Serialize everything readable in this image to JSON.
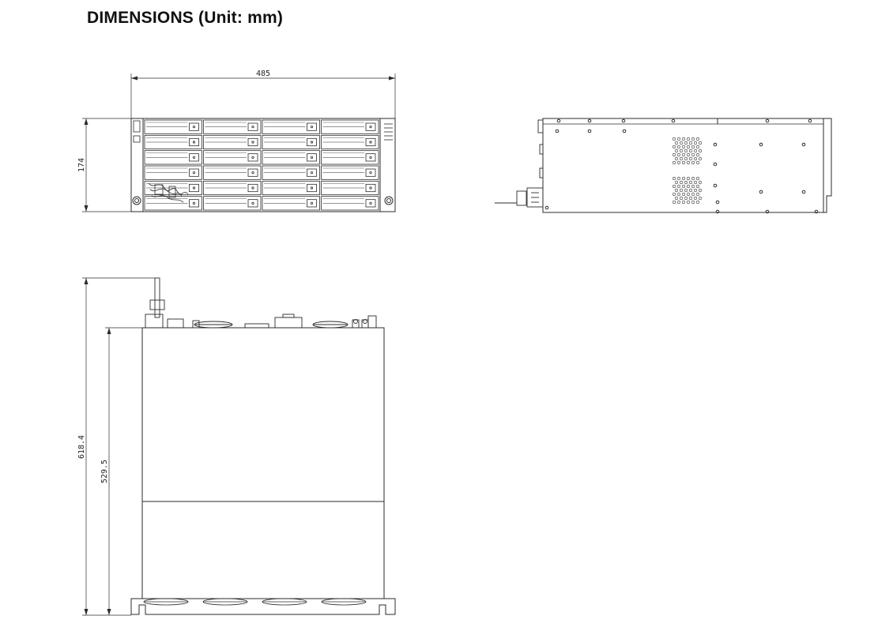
{
  "title": "DIMENSIONS  (Unit: mm)",
  "dimensions": {
    "width": "485",
    "height": "174",
    "depth_total": "618.4",
    "depth_body": "529.5"
  },
  "front_view": {
    "drive_rows": 6,
    "drive_columns": 4
  },
  "colors": {
    "line": "#2b2b2b",
    "text": "#222222",
    "background": "#ffffff"
  }
}
